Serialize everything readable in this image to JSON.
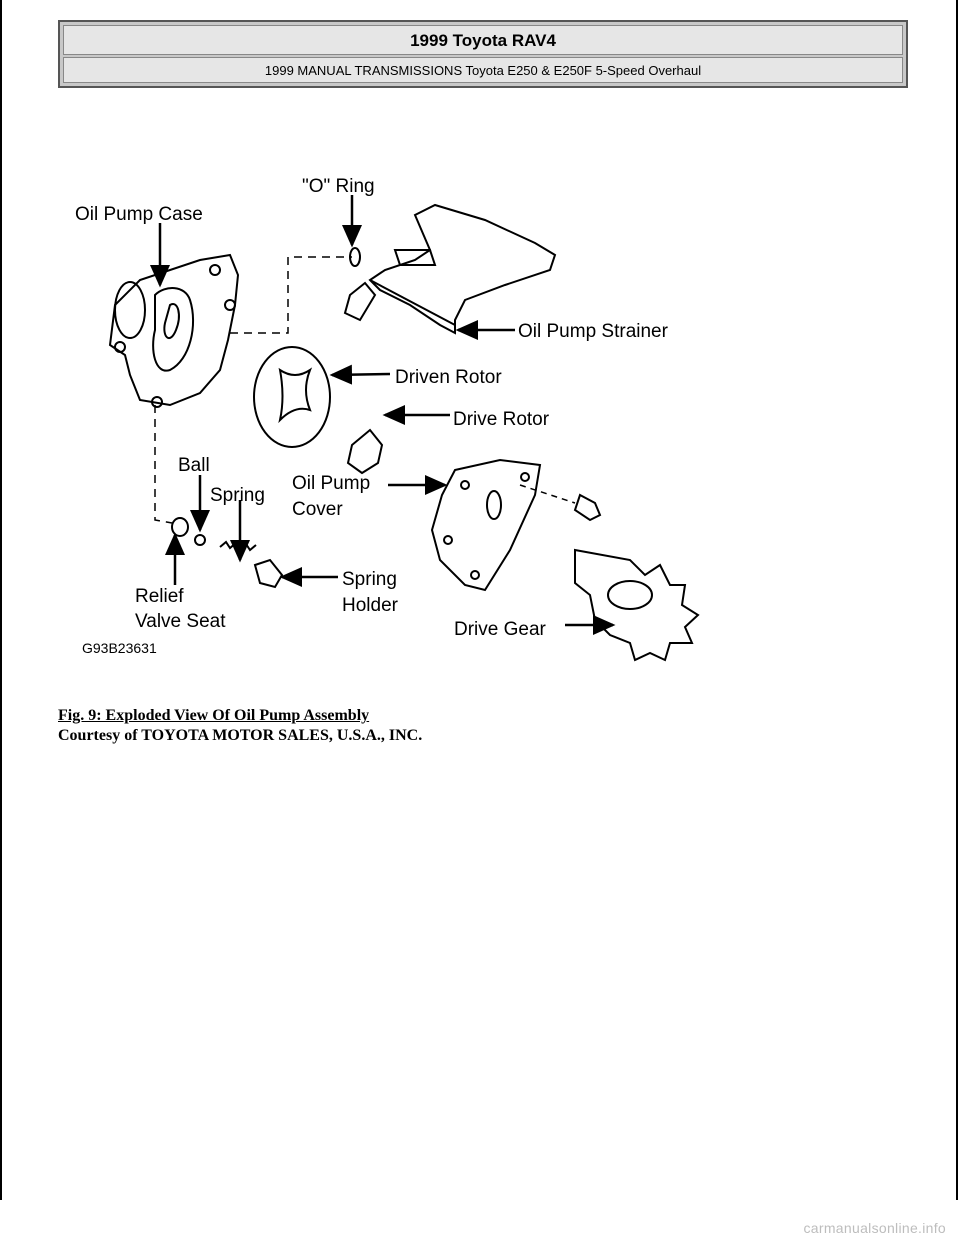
{
  "header": {
    "title": "1999 Toyota RAV4",
    "subtitle": "1999 MANUAL TRANSMISSIONS Toyota E250 & E250F 5-Speed Overhaul"
  },
  "figure": {
    "labels": {
      "o_ring": "\"O\" Ring",
      "oil_pump_case": "Oil Pump Case",
      "oil_pump_strainer": "Oil Pump Strainer",
      "driven_rotor": "Driven Rotor",
      "drive_rotor": "Drive Rotor",
      "ball": "Ball",
      "spring": "Spring",
      "oil_pump_cover_1": "Oil Pump",
      "oil_pump_cover_2": "Cover",
      "spring_holder_1": "Spring",
      "spring_holder_2": "Holder",
      "relief_valve_1": "Relief",
      "relief_valve_2": "Valve Seat",
      "drive_gear": "Drive Gear",
      "code": "G93B23631"
    }
  },
  "caption": {
    "title": "Fig. 9: Exploded View Of Oil Pump Assembly",
    "credit": "Courtesy of TOYOTA MOTOR SALES, U.S.A., INC."
  },
  "footer": {
    "watermark": "carmanualsonline.info"
  }
}
